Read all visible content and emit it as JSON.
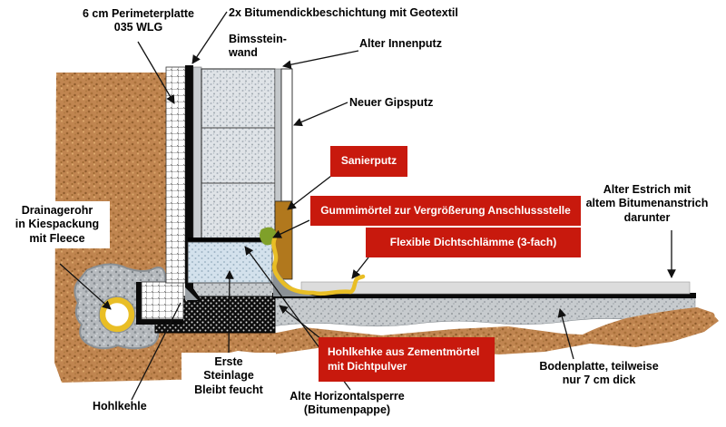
{
  "colors": {
    "callout_red": "#C8190D",
    "sealing_yellow": "#E9BE25",
    "sanierputz_brown": "#B1781D",
    "green_mortar": "#7FA02A",
    "soil_brown": "#C08550",
    "fillet_gray": "#8B9196"
  },
  "labels": {
    "perimeter_plate": "6 cm Perimeterplatte\n035 WLG",
    "bitumen_coating": "2x Bitumendickbeschichtung mit Geotextil",
    "pumice_wall": "Bimsstein-\nwand",
    "old_inner_plaster": "Alter Innenputz",
    "new_gypsum_plaster": "Neuer Gipsputz",
    "drainage_pipe": "Drainagerohr\nin Kiespackung\nmit Fleece",
    "old_screed": "Alter Estrich mit\naltem Bitumenanstrich\ndarunter",
    "floor_slab": "Bodenplatte, teilweise\nnur 7 cm dick",
    "first_stone_course": "Erste\nSteinlage\nBleibt feucht",
    "old_horizontal_barrier": "Alte Horizontalsperre\n(Bitumenpappe)",
    "fillet": "Hohlkehle"
  },
  "callouts": {
    "sanierputz": "Sanierputz",
    "rubber_mortar": "Gummimörtel zur Vergrößerung Anschlussstelle",
    "flexible_slurry": "Flexible Dichtschlämme (3-fach)",
    "cement_fillet": "Hohlkehke aus Zementmörtel\nmit Dichtpulver"
  }
}
